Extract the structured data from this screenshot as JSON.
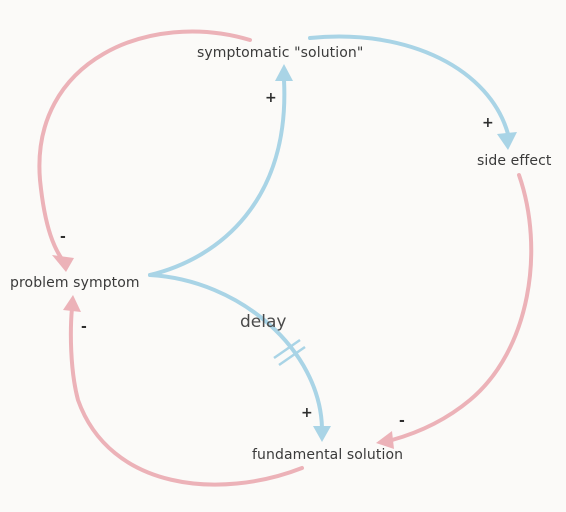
{
  "colors": {
    "background": "#fbfaf8",
    "balancing_link": "#ecb2b8",
    "reinforcing_link": "#a9d4e6",
    "text": "#3a3a3a"
  },
  "nodes": {
    "symptomatic_solution": "symptomatic \"solution\"",
    "side_effect": "side effect",
    "problem_symptom": "problem symptom",
    "fundamental_solution": "fundamental solution"
  },
  "links": [
    {
      "from": "symptomatic_solution",
      "to": "problem_symptom",
      "polarity": "-",
      "color": "pink"
    },
    {
      "from": "problem_symptom",
      "to": "symptomatic_solution",
      "polarity": "+",
      "color": "blue"
    },
    {
      "from": "symptomatic_solution",
      "to": "side_effect",
      "polarity": "+",
      "color": "blue"
    },
    {
      "from": "side_effect",
      "to": "fundamental_solution",
      "polarity": "-",
      "color": "pink"
    },
    {
      "from": "problem_symptom",
      "to": "fundamental_solution",
      "polarity": "+",
      "color": "blue",
      "delay": true
    },
    {
      "from": "fundamental_solution",
      "to": "problem_symptom",
      "polarity": "-",
      "color": "pink"
    }
  ],
  "delay_label": "delay"
}
